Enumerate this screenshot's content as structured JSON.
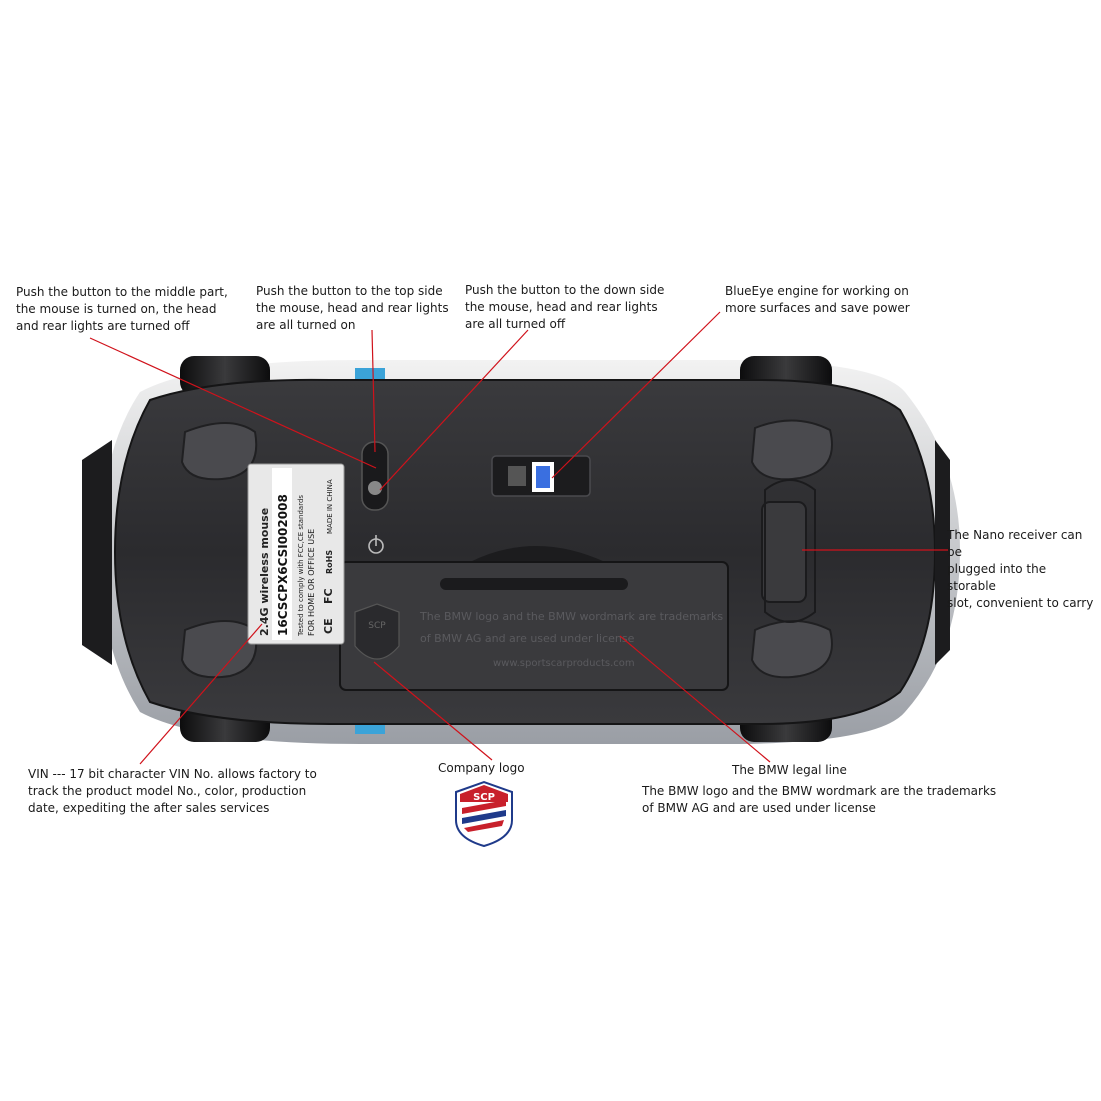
{
  "callouts": {
    "middle": "Push the button to the middle part,\nthe mouse is turned on, the head\nand rear lights are turned off",
    "top": "Push the button to the top side\nthe mouse, head and rear lights\nare all turned on",
    "down": "Push the button to the down side\nthe mouse, head and rear lights\nare all turned off",
    "blueeye": "BlueEye engine for working on\nmore surfaces and save power",
    "nano": "The Nano receiver can be\nplugged into the storable\nslot, convenient to carry",
    "vin": "VIN --- 17 bit character VIN No. allows factory to\ntrack the product model No., color, production\ndate, expediting the after sales services",
    "company_logo": "Company logo",
    "bmw_legal_title": "The BMW legal line",
    "bmw_legal_text": "The BMW logo and the BMW wordmark are the trademarks\nof BMW AG and are used under license"
  },
  "label_plate": {
    "line1": "2.4G  wireless mouse",
    "vin": "16CSCPX6CSI002008",
    "line3": "Tested to comply with FCC,CE standards",
    "line4": "FOR HOME OR OFFICE USE",
    "rohs": "RoHS",
    "fc": "FC",
    "ce": "CE",
    "made": "MADE IN CHINA"
  },
  "cover_plate": {
    "line1": "The BMW logo and the BMW wordmark are trademarks",
    "line2": "of BMW AG and are used under license",
    "url": "www.sportscarproducts.com",
    "shield": "SCP"
  },
  "logo_text": "SCP",
  "colors": {
    "body": "#2e2e30",
    "body_dark": "#1c1c1e",
    "accent_blue": "#3ba3d8",
    "leader_line": "#d0121b",
    "logo_red": "#c8202b",
    "logo_navy": "#1f3a8a"
  }
}
